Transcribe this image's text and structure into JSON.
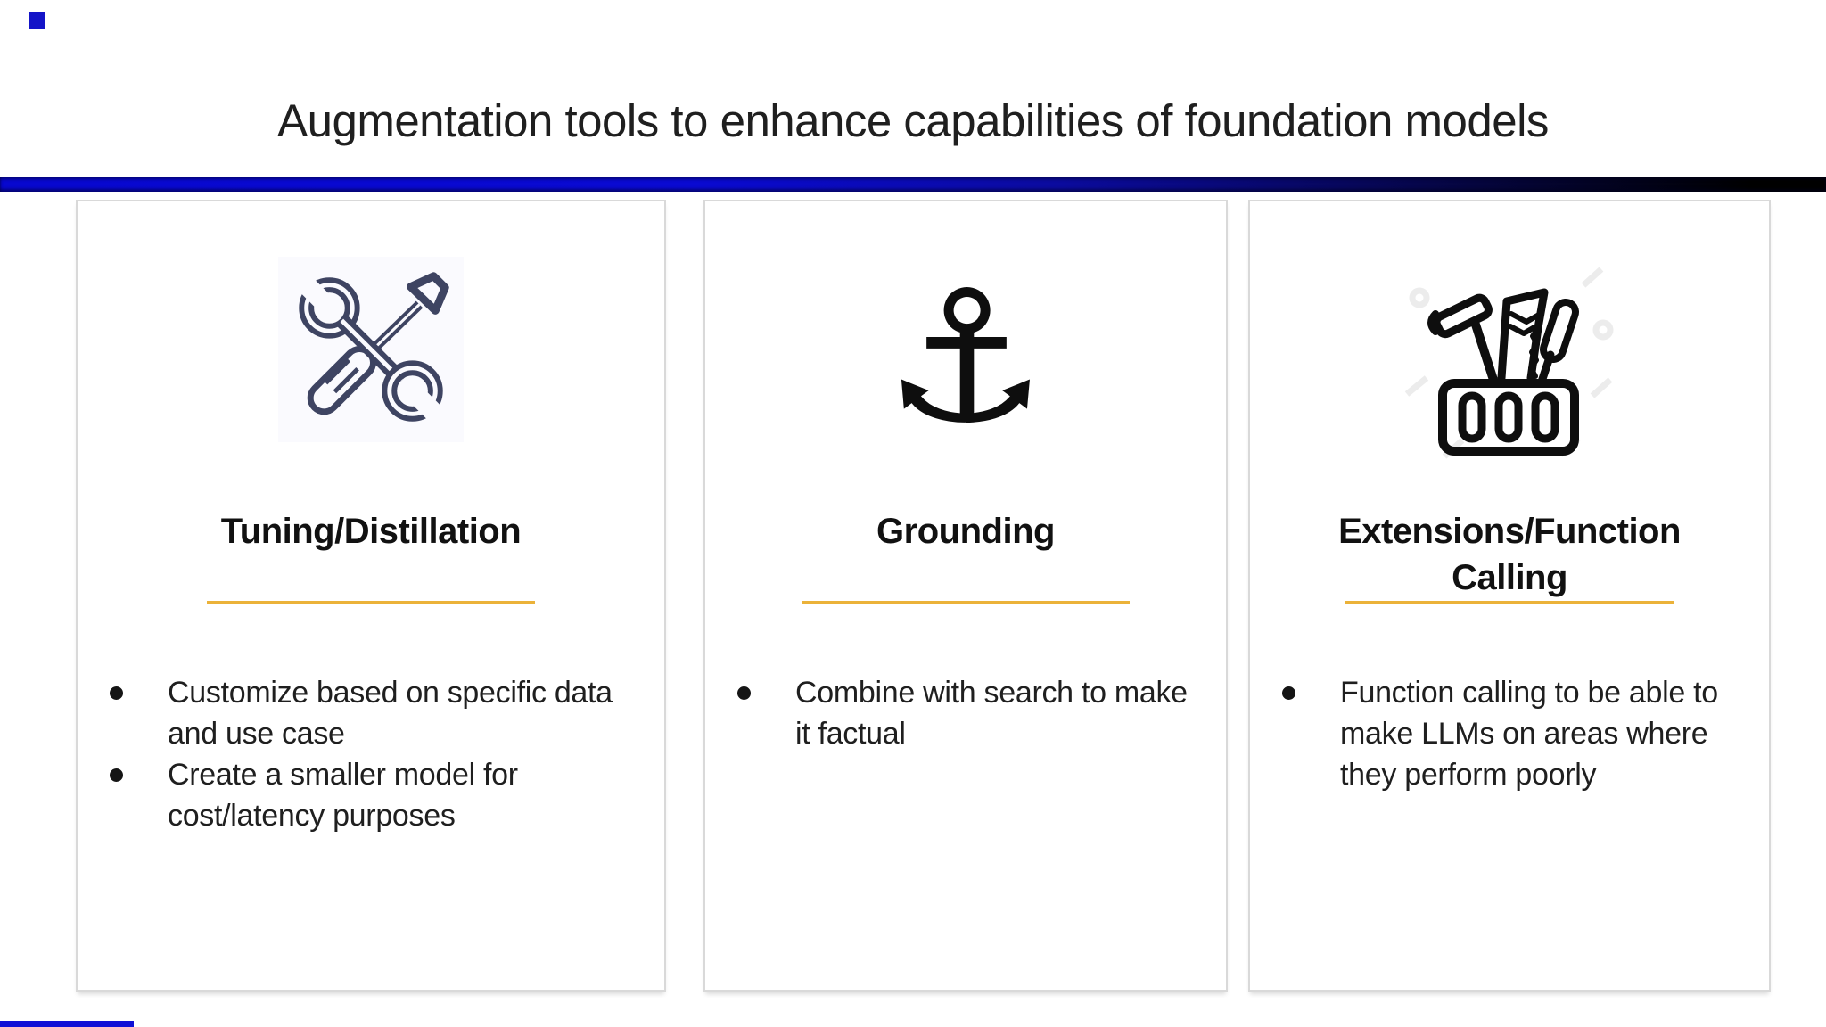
{
  "slide": {
    "title": "Augmentation tools to enhance capabilities of foundation models"
  },
  "divider": {
    "left_color": "#0808cf",
    "right_color": "#000000"
  },
  "accents": {
    "underline_color": "#EBB239",
    "top_left_marker_color": "#1414c8",
    "bottom_left_bar_color": "#0f0fd6"
  },
  "icons": {
    "card1": "wrench-screwdriver-icon",
    "card1_color": "#3E4462",
    "card2": "anchor-icon",
    "card2_color": "#0e0e0e",
    "card2_glyph": "⚓",
    "card3": "toolbox-icon",
    "card3_color": "#0e0e0e"
  },
  "cards": [
    {
      "heading": "Tuning/Distillation",
      "bullets": [
        "Customize based on specific data and use case",
        "Create a smaller model for cost/latency purposes"
      ]
    },
    {
      "heading": "Grounding",
      "bullets": [
        "Combine with search to make it factual"
      ]
    },
    {
      "heading": "Extensions/Function Calling",
      "bullets": [
        "Function calling to be able to make LLMs on areas where they perform poorly"
      ]
    }
  ]
}
